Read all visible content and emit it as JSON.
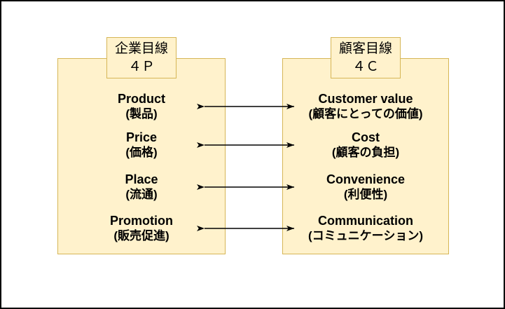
{
  "left_box": {
    "header": {
      "line1": "企業目線",
      "line2": "４Ｐ"
    },
    "items": [
      {
        "en": "Product",
        "ja": "(製品)"
      },
      {
        "en": "Price",
        "ja": "(価格)"
      },
      {
        "en": "Place",
        "ja": "(流通)"
      },
      {
        "en": "Promotion",
        "ja": "(販売促進)"
      }
    ]
  },
  "right_box": {
    "header": {
      "line1": "顧客目線",
      "line2": "４Ｃ"
    },
    "items": [
      {
        "en": "Customer value",
        "ja": "(顧客にとっての価値)"
      },
      {
        "en": "Cost",
        "ja": "(顧客の負担)"
      },
      {
        "en": "Convenience",
        "ja": "(利便性)"
      },
      {
        "en": "Communication",
        "ja": "(コミュニケーション)"
      }
    ]
  },
  "connectors": [
    {
      "from": "Product",
      "to": "Customer value",
      "style": "double-headed-arrow"
    },
    {
      "from": "Price",
      "to": "Cost",
      "style": "double-headed-arrow"
    },
    {
      "from": "Place",
      "to": "Convenience",
      "style": "double-headed-arrow"
    },
    {
      "from": "Promotion",
      "to": "Communication",
      "style": "double-headed-arrow"
    }
  ],
  "colors": {
    "box_fill": "#FFF2CC",
    "box_border": "#D6B656",
    "arrow": "#000000",
    "canvas_border": "#000000",
    "background": "#FFFFFF"
  }
}
